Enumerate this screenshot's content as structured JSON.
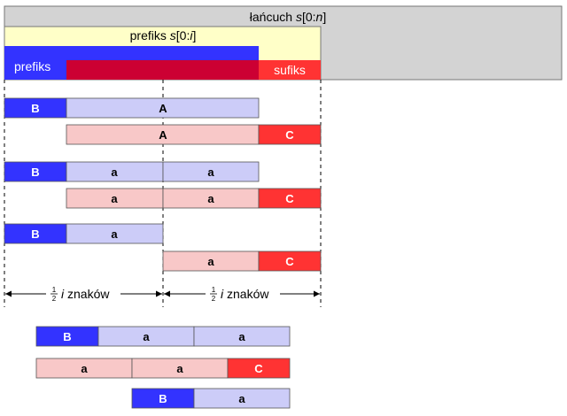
{
  "header": {
    "string_text": "łańcuch ",
    "string_var": "s",
    "string_range_open": "[0:",
    "string_range_var": "n",
    "string_range_close": "]",
    "prefix_text": "prefiks ",
    "prefix_var": "s",
    "prefix_range_open": "[0:",
    "prefix_range_var": "i",
    "prefix_range_close": "]",
    "prefiks_label": "prefiks",
    "sufiks_label": "sufiks"
  },
  "labels": {
    "B": "B",
    "A": "A",
    "a": "a",
    "C": "C"
  },
  "measure": {
    "frac_num": "1",
    "frac_den": "2",
    "var": "i",
    "unit": " znaków"
  },
  "colors": {
    "gray": "#d3d3d3",
    "yellow": "#ffffc8",
    "blue": "#3333ff",
    "crimson": "#cc0033",
    "red": "#ff3333",
    "lavender": "#ccccf8",
    "pink": "#f8c8c8"
  }
}
